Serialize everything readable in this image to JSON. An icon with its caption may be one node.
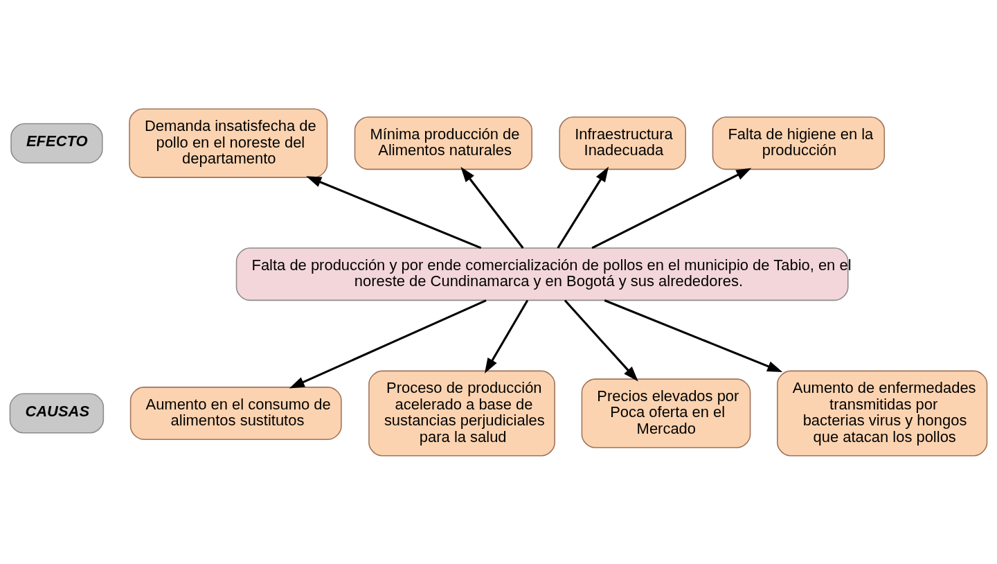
{
  "diagram": {
    "nodes": [
      {
        "text": [
          "Demanda insatisfecha de pollo en el noreste del departamento"
        ]
      },
      {
        "text": [
          "Mínima producción de Alimentos naturales"
        ]
      },
      {
        "text": [
          "Infraestructura Inadecuada"
        ]
      },
      {
        "text": [
          "Falta de higiene en la producción"
        ]
      },
      {
        "text": [
          "EFECTO"
        ]
      },
      {
        "text": [
          "Falta de producción y por ende comercialización de pollos en el municipio de Tabio, en el noreste de Cundinamarca y en Bogotá y sus alrededores."
        ]
      },
      {
        "text": [
          "CAUSAS"
        ]
      },
      {
        "text": [
          "Aumento en el consumo de alimentos sustitutos"
        ]
      },
      {
        "text": [
          "Proceso de producción acelerado a base de sustancias perjudiciales para la salud"
        ]
      },
      {
        "text": [
          "Precios elevados por Poca oferta en el Mercado"
        ]
      },
      {
        "text": [
          "Aumento de enfermedades transmitidas por bacterias virus y hongos que atacan los pollos"
        ]
      }
    ],
    "edges": [
      {
        "from": 5,
        "to": 0,
        "arrow": "to"
      },
      {
        "from": 5,
        "to": 1,
        "arrow": "to"
      },
      {
        "from": 5,
        "to": 2,
        "arrow": "to"
      },
      {
        "from": 5,
        "to": 3,
        "arrow": "to"
      },
      {
        "from": 5,
        "to": 7,
        "arrow": "to"
      },
      {
        "from": 5,
        "to": 8,
        "arrow": "to"
      },
      {
        "from": 5,
        "to": 9,
        "arrow": "to"
      },
      {
        "from": 5,
        "to": 10,
        "arrow": "to"
      }
    ]
  }
}
